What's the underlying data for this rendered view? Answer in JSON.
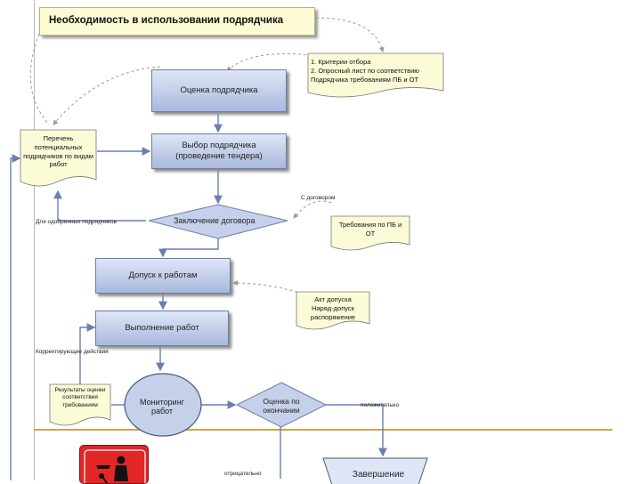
{
  "title": "Необходимость в использовании подрядчика",
  "nodes": {
    "evaluation": "Оценка подрядчика",
    "selection": "Выбор подрядчика (проведение тендера)",
    "contract": "Заключение договора",
    "admission": "Допуск к работам",
    "execution": "Выполнение работ",
    "monitoring": "Мониторинг работ",
    "completion_assessment": "Оценка по окончании",
    "completion": "Завершение"
  },
  "documents": {
    "criteria": [
      "1. Критерии отбора",
      "2. Опросный лист по соответствию",
      "Подрядчика требованиям ПБ и ОТ"
    ],
    "candidates": "Перечень потенциальных подрядчиков по видам работ",
    "requirements": "Требования по ПБ и ОТ",
    "admission_docs": [
      "Акт допуска",
      "Наряд-допуск",
      "распоряжение"
    ],
    "results": "Результаты оценки соответствия требованиям"
  },
  "labels": {
    "approved": "Для одобренных подрядчиков",
    "corrective": "Корректирующие действия",
    "positive": "положительно",
    "negative": "отрицательно",
    "contract_annex": "С договором"
  },
  "icons": [
    "people-warning-icon"
  ],
  "colors": {
    "process_top": "#dfe6f6",
    "process_bottom": "#a9b9dd",
    "document": "#fbfbd8",
    "accent": "#c9a64a",
    "warning": "#e32626"
  }
}
